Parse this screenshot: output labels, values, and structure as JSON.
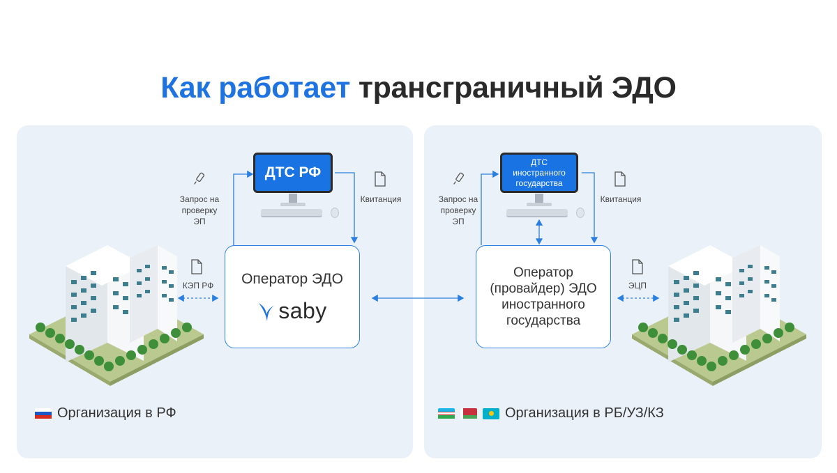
{
  "title": {
    "accent": "Как работает",
    "rest": "трансграничный ЭДО"
  },
  "left": {
    "monitor_label": "ДТС РФ",
    "request_label": "Запрос на\nпроверку\nЭП",
    "receipt_label": "Квитанция",
    "signature_label": "КЭП РФ",
    "operator_label": "Оператор ЭДО",
    "brand": "saby",
    "org_label": "Организация в РФ",
    "flags": [
      "russia-flag"
    ]
  },
  "right": {
    "monitor_label": "ДТС\nиностранного\nгосударства",
    "request_label": "Запрос на\nпроверку\nЭП",
    "receipt_label": "Квитанция",
    "signature_label": "ЭЦП",
    "operator_label": "Оператор\n(провайдер) ЭДО\nиностранного\nгосударства",
    "org_label": "Организация в РБ/УЗ/КЗ",
    "flags": [
      "uzbekistan-flag",
      "belarus-flag",
      "kazakhstan-flag"
    ]
  },
  "colors": {
    "accent": "#1e73e0",
    "panel": "#eaf1f8",
    "arrow": "#2a7fe0"
  }
}
